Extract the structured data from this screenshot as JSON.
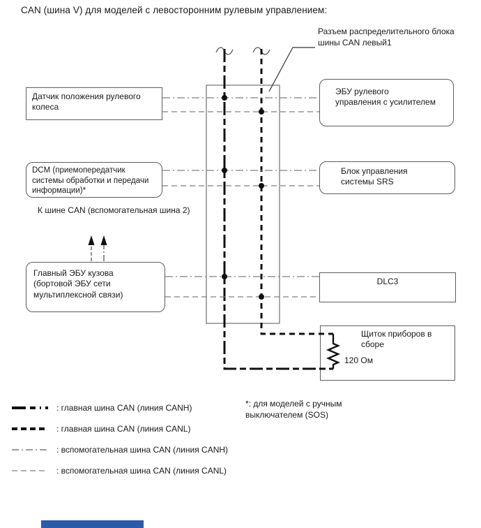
{
  "title": "CAN (шина V) для моделей с левосторонним рулевым управлением:",
  "annotation": {
    "lines": [
      "Разъем распределительного",
      "блока шины CAN левый1"
    ]
  },
  "nodes": {
    "steering_sensor": {
      "lines": [
        "Датчик положения рулевого",
        "колеса"
      ]
    },
    "dcm": {
      "lines": [
        "DCM (приемопередатчик",
        "системы обработки и передачи",
        "информации)*"
      ]
    },
    "main_body_ecu": {
      "lines": [
        "Главный ЭБУ кузова",
        "(бортовой ЭБУ сети",
        "мультиплексной связи)"
      ]
    },
    "power_steering_ecu": {
      "lines": [
        "ЭБУ рулевого",
        "управления с усилителем"
      ]
    },
    "srs_unit": {
      "lines": [
        "Блок управления",
        "системы SRS"
      ]
    },
    "dlc3": {
      "label": "DLC3"
    },
    "instrument_cluster": {
      "lines": [
        "Щиток приборов в",
        "сборе"
      ]
    },
    "resistor_label": "120 Ом"
  },
  "aux_note": {
    "lines": [
      "К шине CAN (вспомогательная",
      "шина 2)"
    ]
  },
  "legend": {
    "items": [
      {
        "label": ": главная шина CAN (линия CANH)"
      },
      {
        "label": ": главная шина CAN (линия CANL)"
      },
      {
        "label": ": вспомогательная шина CAN (линия CANH)"
      },
      {
        "label": ": вспомогательная шина CAN (линия CANL)"
      }
    ],
    "footnote_lines": [
      "*: для моделей с ручным",
      "выключателем (SOS)"
    ]
  },
  "colors": {
    "line_black": "#111111",
    "line_gray": "#808080",
    "border_gray": "#707070",
    "blue_bar": "#2a5aa8"
  }
}
